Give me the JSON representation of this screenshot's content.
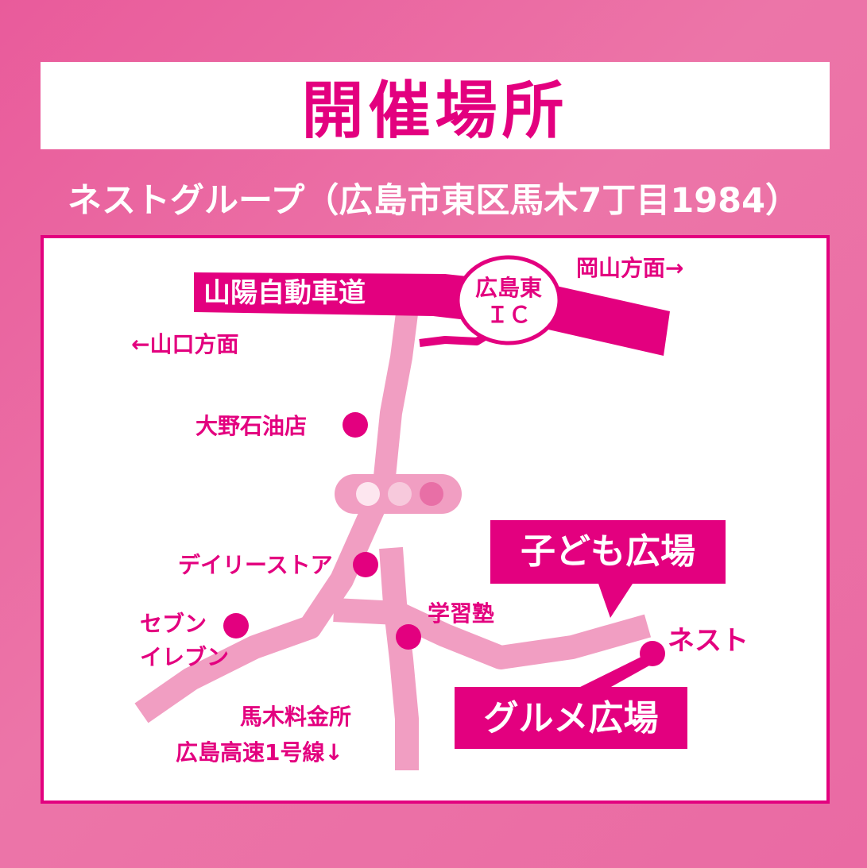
{
  "title": "開催場所",
  "address": "ネストグループ（広島市東区馬木7丁目1984）",
  "map": {
    "expressway": "山陽自動車道",
    "interchange_line1": "広島東",
    "interchange_line2": "ＩＣ",
    "dir_okayama": "岡山方面→",
    "dir_yamaguchi": "←山口方面",
    "oono_sekiyu": "大野石油店",
    "daily_store": "デイリーストア",
    "seven_line1": "セブン",
    "seven_line2": "イレブン",
    "gakushujuku": "学習塾",
    "nest": "ネスト",
    "kodomo_hiroba": "子ども広場",
    "gourmet_hiroba": "グルメ広場",
    "tollgate": "馬木料金所",
    "hiroshima_expressway": "広島高速1号線↓"
  },
  "colors": {
    "accent": "#e3007f",
    "road": "#f19ec2",
    "background": "#ea6aa3"
  },
  "icons": {
    "traffic_light": "traffic-light-icon",
    "location_marker": "location-dot-icon"
  }
}
